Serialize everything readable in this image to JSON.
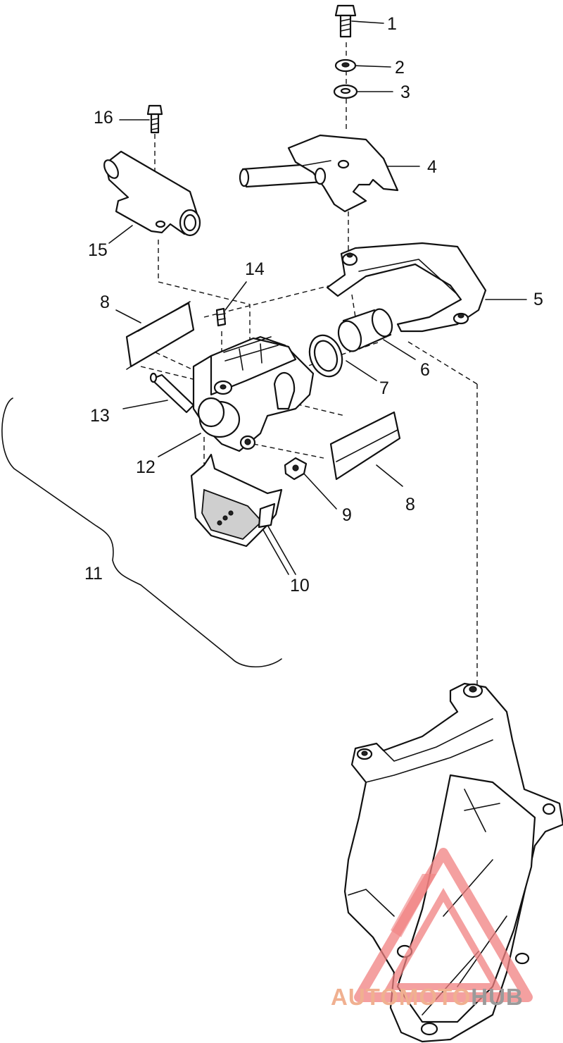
{
  "callouts": [
    {
      "id": "1",
      "text": "1"
    },
    {
      "id": "2",
      "text": "2"
    },
    {
      "id": "3",
      "text": "3"
    },
    {
      "id": "4",
      "text": "4"
    },
    {
      "id": "5",
      "text": "5"
    },
    {
      "id": "6",
      "text": "6"
    },
    {
      "id": "7",
      "text": "7"
    },
    {
      "id": "8a",
      "text": "8"
    },
    {
      "id": "8b",
      "text": "8"
    },
    {
      "id": "9",
      "text": "9"
    },
    {
      "id": "10",
      "text": "10"
    },
    {
      "id": "11",
      "text": "11"
    },
    {
      "id": "12",
      "text": "12"
    },
    {
      "id": "13",
      "text": "13"
    },
    {
      "id": "14",
      "text": "14"
    },
    {
      "id": "15",
      "text": "15"
    },
    {
      "id": "16",
      "text": "16"
    }
  ],
  "watermark": {
    "part1": "AUTO",
    "part2": "MOTO",
    "part3": "HUB",
    "color_main": "#f0b090",
    "color_hub": "#9a9a9a",
    "logo_color": "#f08080"
  }
}
